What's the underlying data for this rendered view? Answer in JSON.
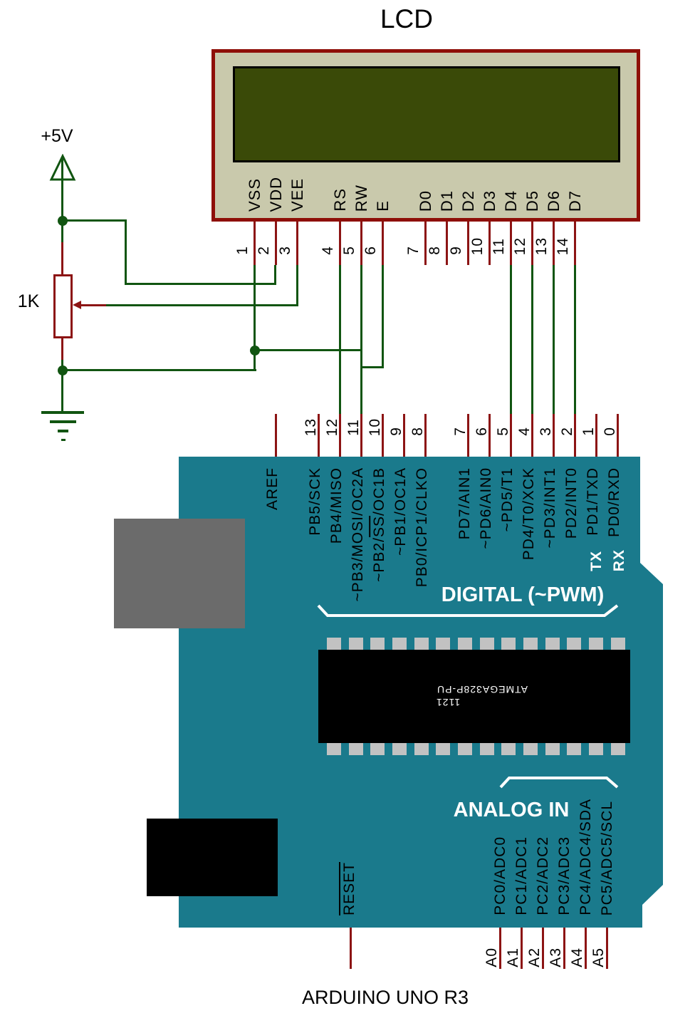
{
  "title": "LCD",
  "colors": {
    "board_teal": "#1A7A8C",
    "wire_green": "#115511",
    "pin_red": "#8C1414",
    "lcd_body": "#C9C9AC",
    "lcd_border": "#8E0F08",
    "lcd_screen": "#3A4A08",
    "chip_black": "#000000",
    "chip_leg": "#C2C2C2",
    "usb_gray": "#6B6B6B"
  },
  "power": {
    "supply_label": "+5V",
    "pot_label": "1K"
  },
  "lcd": {
    "pins": [
      {
        "n": "1",
        "label": "VSS"
      },
      {
        "n": "2",
        "label": "VDD"
      },
      {
        "n": "3",
        "label": "VEE"
      },
      {
        "n": "4",
        "label": "RS"
      },
      {
        "n": "5",
        "label": "RW"
      },
      {
        "n": "6",
        "label": "E"
      },
      {
        "n": "7",
        "label": "D0"
      },
      {
        "n": "8",
        "label": "D1"
      },
      {
        "n": "9",
        "label": "D2"
      },
      {
        "n": "10",
        "label": "D3"
      },
      {
        "n": "11",
        "label": "D4"
      },
      {
        "n": "12",
        "label": "D5"
      },
      {
        "n": "13",
        "label": "D6"
      },
      {
        "n": "14",
        "label": "D7"
      }
    ]
  },
  "arduino": {
    "caption": "ARDUINO UNO R3",
    "aref": "AREF",
    "reset": "RESET",
    "tx": "TX",
    "rx": "RX",
    "digital_title": "DIGITAL (~PWM)",
    "analog_title": "ANALOG IN",
    "chip": {
      "part": "ATMEGA328P-PU",
      "lot": "1121"
    },
    "digital_pins": [
      {
        "n": "13",
        "label": "PB5/SCK"
      },
      {
        "n": "12",
        "label": "PB4/MISO"
      },
      {
        "n": "11",
        "label": "~PB3/MOSI/OC2A"
      },
      {
        "n": "10",
        "pre": "~PB2/",
        "over": "SS",
        "post": "/OC1B"
      },
      {
        "n": "9",
        "label": "~PB1/OC1A"
      },
      {
        "n": "8",
        "label": "PB0/ICP1/CLKO"
      },
      {
        "n": "7",
        "label": "PD7/AIN1"
      },
      {
        "n": "6",
        "label": "~PD6/AIN0"
      },
      {
        "n": "5",
        "label": "~PD5/T1"
      },
      {
        "n": "4",
        "label": "PD4/T0/XCK"
      },
      {
        "n": "3",
        "label": "~PD3/INT1"
      },
      {
        "n": "2",
        "label": "PD2/INT0"
      },
      {
        "n": "1",
        "label": "PD1/TXD"
      },
      {
        "n": "0",
        "label": "PD0/RXD"
      }
    ],
    "analog_pins": [
      {
        "top": "PC0/ADC0",
        "bottom": "A0"
      },
      {
        "top": "PC1/ADC1",
        "bottom": "A1"
      },
      {
        "top": "PC2/ADC2",
        "bottom": "A2"
      },
      {
        "top": "PC3/ADC3",
        "bottom": "A3"
      },
      {
        "top": "PC4/ADC4/SDA",
        "bottom": "A4"
      },
      {
        "top": "PC5/ADC5/SCL",
        "bottom": "A5"
      }
    ]
  }
}
